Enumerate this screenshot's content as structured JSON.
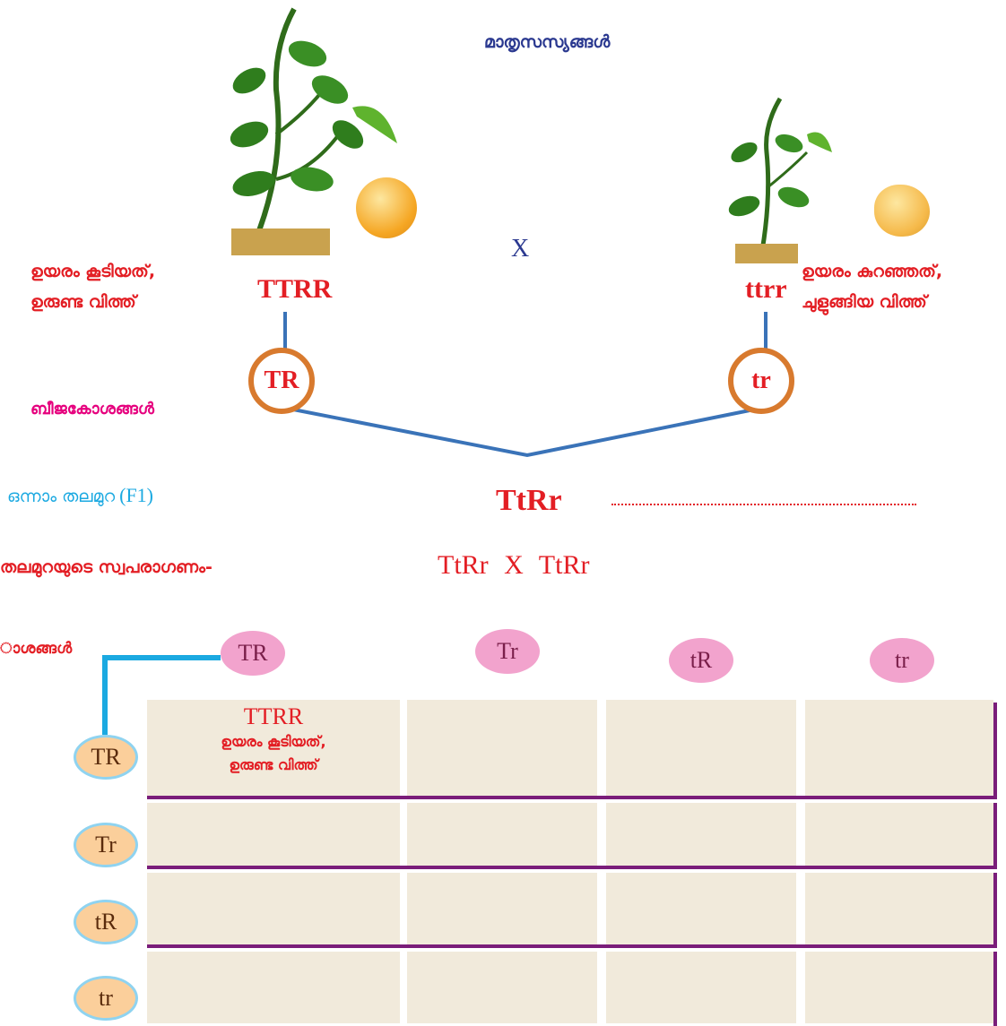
{
  "parents": {
    "title": "മാതൃസസ്യങ്ങൾ",
    "cross_symbol": "X",
    "left": {
      "genotype": "TTRR",
      "description": [
        "ഉയരം കൂടിയത്,",
        "ഉരുണ്ട വിത്ത്"
      ],
      "gamete": "TR",
      "seed_color": "#f5a623"
    },
    "right": {
      "genotype": "ttrr",
      "description": [
        "ഉയരം കുറഞ്ഞത്,",
        "ചുളുങ്ങിയ വിത്ത്"
      ],
      "gamete": "tr",
      "seed_color": "#f5b94a"
    }
  },
  "gametes_label": "ബീജകോശങ്ങൾ",
  "f1": {
    "label": "ഒന്നാം തലമുറ",
    "label_suffix": "(F1)",
    "genotype": "TtRr"
  },
  "self_cross": {
    "label": "തലമുറയുടെ സ്വപരാഗണം-",
    "text": "TtRr X TtRr"
  },
  "punnett": {
    "gamete_label": "ാശങ്ങൾ",
    "column_gametes": [
      "TR",
      "Tr",
      "tR",
      "tr"
    ],
    "row_gametes": [
      "TR",
      "Tr",
      "tR",
      "tr"
    ],
    "first_cell": {
      "genotype": "TTRR",
      "description": [
        "ഉയരം കൂടിയത്,",
        "ഉരുണ്ട വിത്ത്"
      ]
    }
  },
  "colors": {
    "red": "#e31e24",
    "navy": "#2b3990",
    "magenta": "#e6007e",
    "cyan": "#1ba9e1",
    "purple_bar": "#7a1d7a",
    "cell_bg": "#f1eadb",
    "gamete_ring": "#d87a2e",
    "line_blue": "#3a73b8"
  }
}
